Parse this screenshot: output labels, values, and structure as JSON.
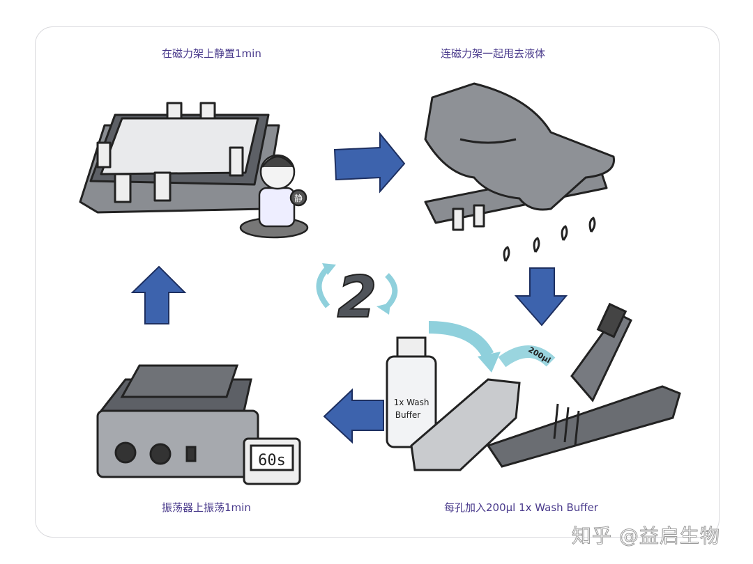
{
  "steps": {
    "top_left": "在磁力架上静置1min",
    "top_right": "连磁力架一起甩去液体",
    "bottom_right": "每孔加入200μl 1x Wash Buffer",
    "bottom_left": "振荡器上振荡1min"
  },
  "cycle_count": "2",
  "bottle_label_line1": "1x Wash",
  "bottle_label_line2": "Buffer",
  "pipette_volume": "200μl",
  "timer_display": "60s",
  "character_badge": "静",
  "watermark": "知乎 @益启生物",
  "colors": {
    "arrow": "#3d63ad",
    "cycle": "#8fd0dc",
    "label": "#4a3b8c"
  }
}
